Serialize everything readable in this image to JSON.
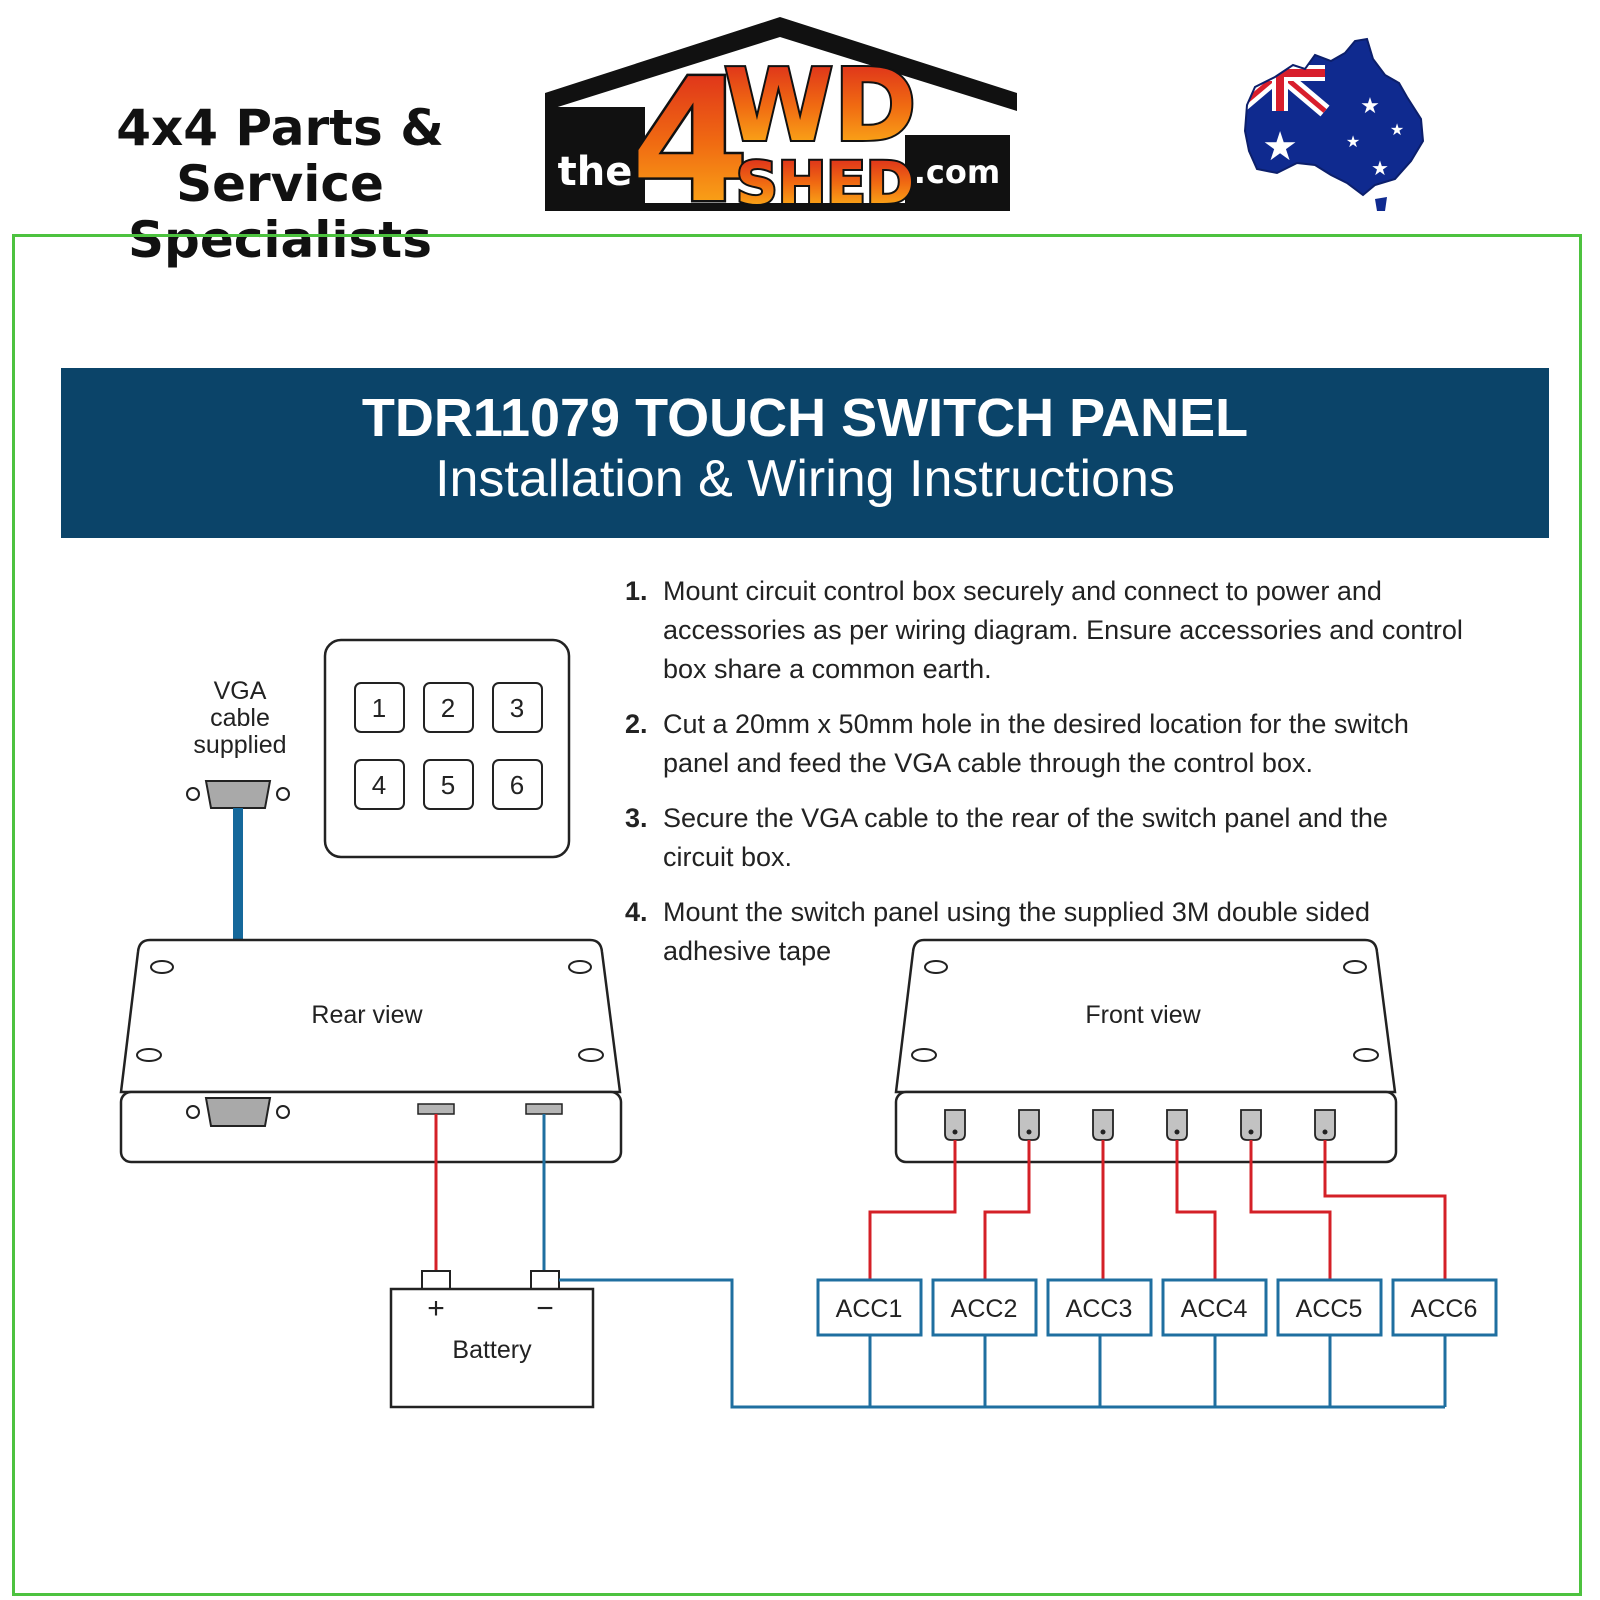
{
  "header": {
    "tagline_line1": "4x4 Parts & Service",
    "tagline_line2": "Specialists",
    "logo": {
      "prefix": "the",
      "main": "4WD",
      "shed": "SHED",
      "suffix": ".com"
    }
  },
  "banner": {
    "title": "TDR11079 TOUCH SWITCH PANEL",
    "subtitle": "Installation & Wiring Instructions"
  },
  "steps": [
    {
      "num": "1.",
      "text": "Mount circuit control box securely and connect to power and accessories as per wiring diagram. Ensure accessories and control box share a common earth."
    },
    {
      "num": "2.",
      "text": "Cut a 20mm x 50mm hole in the desired location for the switch panel and feed the VGA cable through the control box."
    },
    {
      "num": "3.",
      "text": "Secure the VGA cable to the rear of the switch panel and the circuit box."
    },
    {
      "num": "4.",
      "text": "Mount the switch panel using the supplied 3M double sided adhesive tape"
    }
  ],
  "diagram": {
    "vga_label": [
      "VGA",
      "cable",
      "supplied"
    ],
    "switch_buttons": [
      "1",
      "2",
      "3",
      "4",
      "5",
      "6"
    ],
    "rear_view_label": "Rear view",
    "front_view_label": "Front view",
    "battery_label": "Battery",
    "battery_plus": "+",
    "battery_minus": "−",
    "accessories": [
      "ACC1",
      "ACC2",
      "ACC3",
      "ACC4",
      "ACC5",
      "ACC6"
    ]
  },
  "colors": {
    "banner_bg": "#0b4469",
    "frame_green": "#4dc23f",
    "positive_wire": "#d42027",
    "negative_wire": "#1f6fa0",
    "vga_cable": "#15689b"
  }
}
